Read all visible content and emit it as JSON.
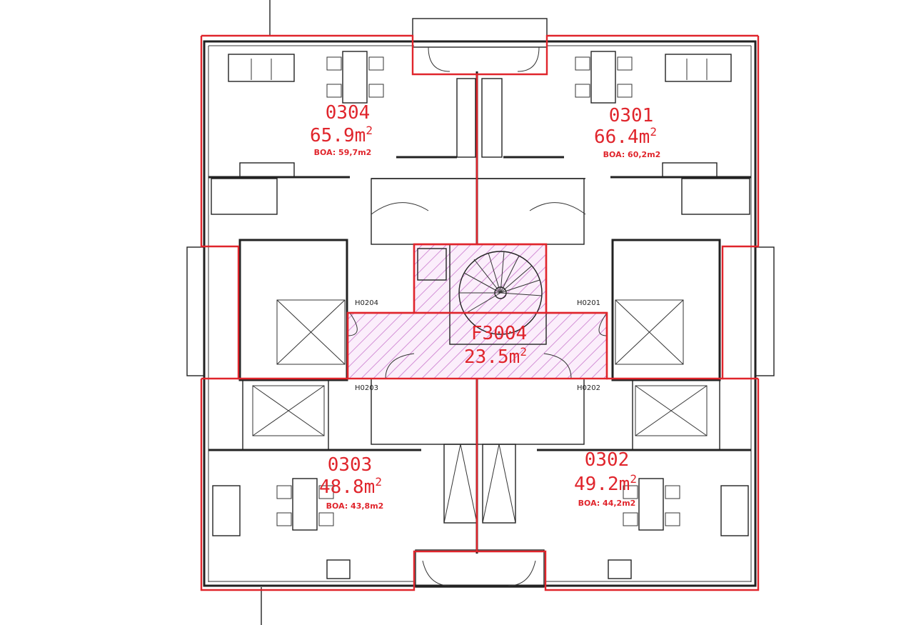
{
  "colors": {
    "boundary": "#e0252c",
    "lines": "#222222",
    "hatch": "#d38fd6",
    "background": "#ffffff"
  },
  "units": [
    {
      "id": "0304",
      "area": "65.9m",
      "sup": "2",
      "boa": "BOA: 59,7m2"
    },
    {
      "id": "0301",
      "area": "66.4m",
      "sup": "2",
      "boa": "BOA: 60,2m2"
    },
    {
      "id": "0303",
      "area": "48.8m",
      "sup": "2",
      "boa": "BOA: 43,8m2"
    },
    {
      "id": "0302",
      "area": "49.2m",
      "sup": "2",
      "boa": "BOA: 44,2m2"
    }
  ],
  "common": {
    "id": "F3004",
    "area": "23.5m",
    "sup": "2"
  },
  "doors": [
    "H0204",
    "H0201",
    "H0203",
    "H0202"
  ]
}
